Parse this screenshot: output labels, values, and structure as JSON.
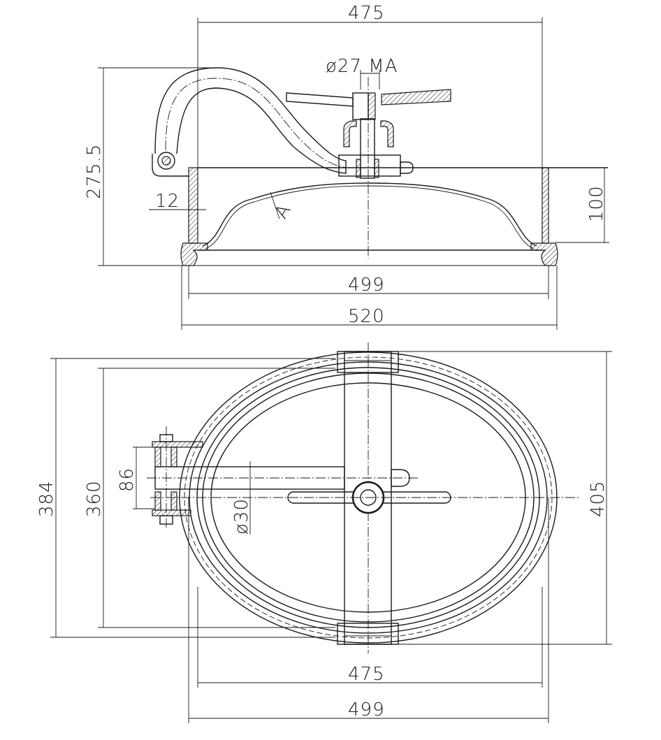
{
  "side_view": {
    "dims": {
      "top_width": "475",
      "handle_thread": "ø27 MA",
      "height": "275.5",
      "wall_thickness": "12",
      "collar_height": "100",
      "inner_width": "499",
      "outer_width": "520"
    },
    "weld_mark": "A"
  },
  "plan_view": {
    "dims": {
      "outer_height": "384",
      "inner_height": "360",
      "hinge_spacing": "86",
      "bar_diameter": "ø30",
      "overall_height": "405",
      "inner_width": "475",
      "outer_width": "499"
    }
  }
}
